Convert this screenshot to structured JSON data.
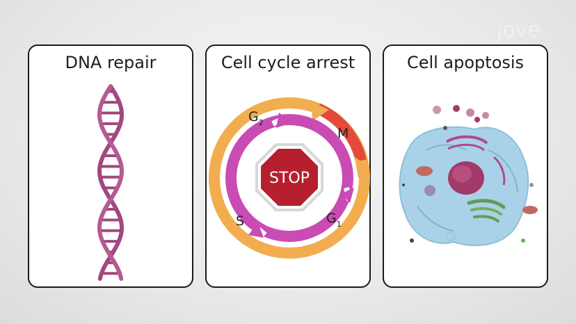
{
  "brand": {
    "logo_text": "jove"
  },
  "cards": [
    {
      "title": "DNA repair"
    },
    {
      "title": "Cell cycle arrest"
    },
    {
      "title": "Cell apoptosis"
    }
  ],
  "cycle": {
    "stop_label": "STOP",
    "phases": {
      "g2": "G",
      "g2_sub": "2",
      "m": "M",
      "g1": "G",
      "g1_sub": "1",
      "s": "S"
    }
  },
  "colors": {
    "dna": "#a2477f",
    "cycle_magenta": "#c94bb4",
    "cycle_orange": "#f2ad4e",
    "cycle_red": "#e24b3b",
    "stop_red": "#b51f2e",
    "cell_blue": "#a9d2e8",
    "nucleus": "#a23a6a",
    "golgi_green": "#5e9e58"
  }
}
